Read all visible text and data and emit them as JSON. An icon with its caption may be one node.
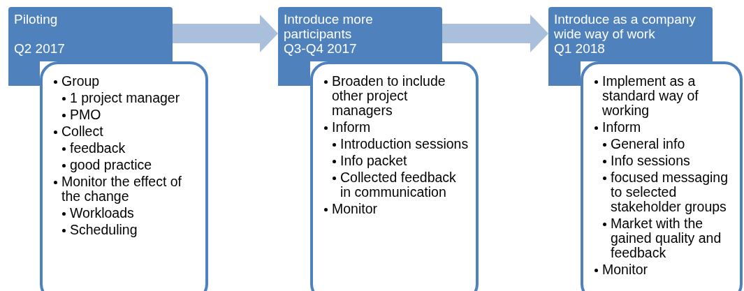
{
  "diagram": {
    "nodes": [
      {
        "text": [
          "Piloting",
          "Q2 2017"
        ]
      },
      {
        "text": [
          "Group",
          "1 project manager",
          "PMO",
          "Collect",
          "feedback",
          "good practice",
          "Monitor the effect of the change",
          "Workloads",
          "Scheduling"
        ]
      },
      {
        "text": [
          "Introduce more participants",
          "Q3-Q4 2017"
        ]
      },
      {
        "text": [
          "Broaden to include other project managers",
          "Inform",
          "Introduction sessions",
          "Info packet",
          "Collected feedback in communication",
          "Monitor"
        ]
      },
      {
        "text": [
          "Introduce as a company wide way of work",
          "Q1 2018"
        ]
      },
      {
        "text": [
          "Implement as a standard way of working",
          "Inform",
          "General info",
          "Info sessions",
          "focused messaging to selected stakeholder groups",
          "Market with the gained quality and feedback",
          "Monitor"
        ]
      }
    ],
    "edges": [
      {
        "from": 0,
        "to": 2,
        "arrow": "to"
      },
      {
        "from": 2,
        "to": 4,
        "arrow": "to"
      }
    ]
  }
}
